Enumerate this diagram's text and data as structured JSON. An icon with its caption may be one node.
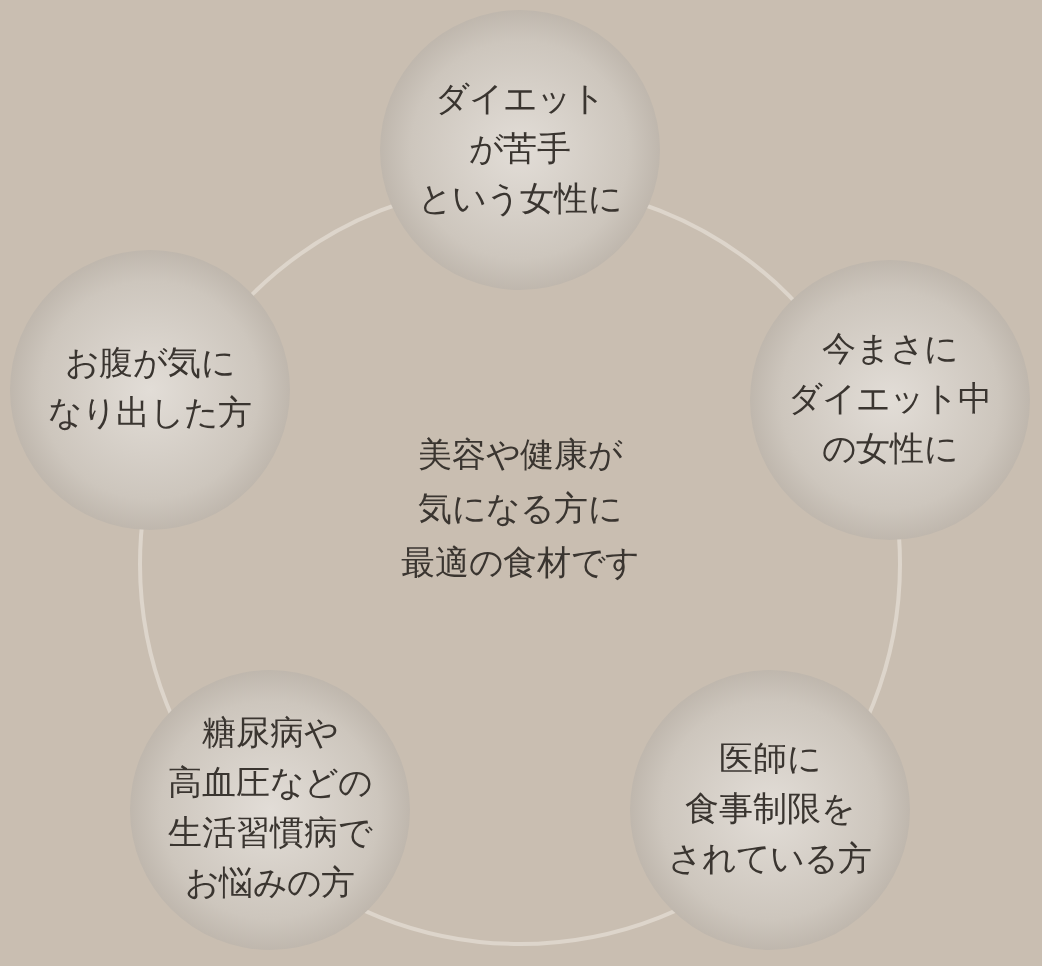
{
  "diagram": {
    "nodes": [
      {
        "text": [
          "ダイエットが苦手という女性に"
        ]
      },
      {
        "text": [
          "今まさにダイエット中の女性に"
        ]
      },
      {
        "text": [
          "医師に食事制限をされている方"
        ]
      },
      {
        "text": [
          "糖尿病や高血圧などの生活習慣病でお悩みの方"
        ]
      },
      {
        "text": [
          "お腹が気になり出した方"
        ]
      }
    ],
    "labels": [
      "美容や健康が気になる方に最適の食材です"
    ]
  }
}
